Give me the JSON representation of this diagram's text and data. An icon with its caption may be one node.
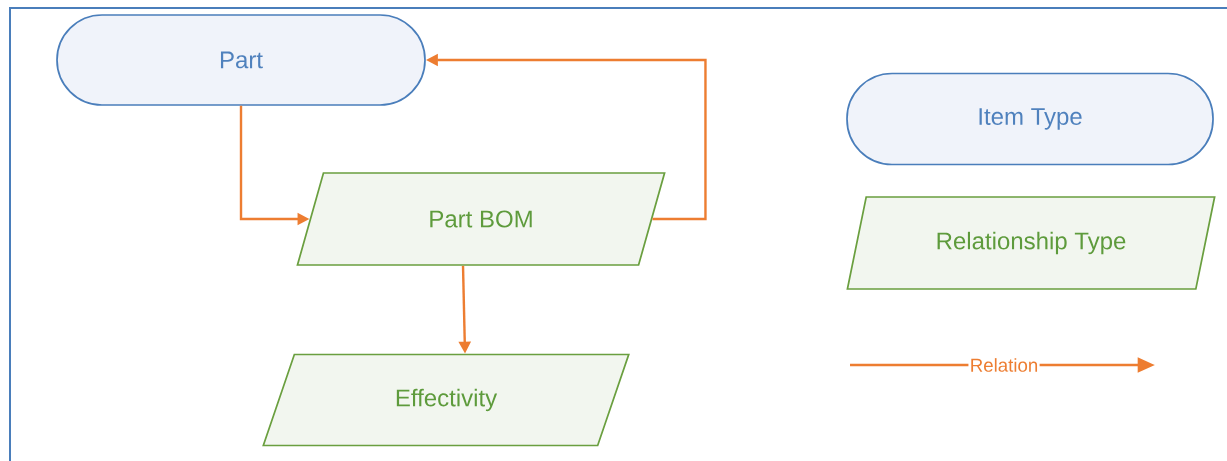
{
  "diagram": {
    "nodes": [
      {
        "text": [
          "Part"
        ]
      },
      {
        "text": [
          "Part BOM"
        ]
      },
      {
        "text": [
          "Effectivity"
        ]
      }
    ],
    "edges": [
      {
        "from": 0,
        "to": 1,
        "arrow": "to"
      },
      {
        "from": 1,
        "to": 0,
        "arrow": "to"
      },
      {
        "from": 1,
        "to": 2,
        "arrow": "to"
      }
    ],
    "legend": [
      {
        "text": "Item Type"
      },
      {
        "text": "Relationship Type"
      },
      {
        "text": "Relation"
      }
    ]
  }
}
